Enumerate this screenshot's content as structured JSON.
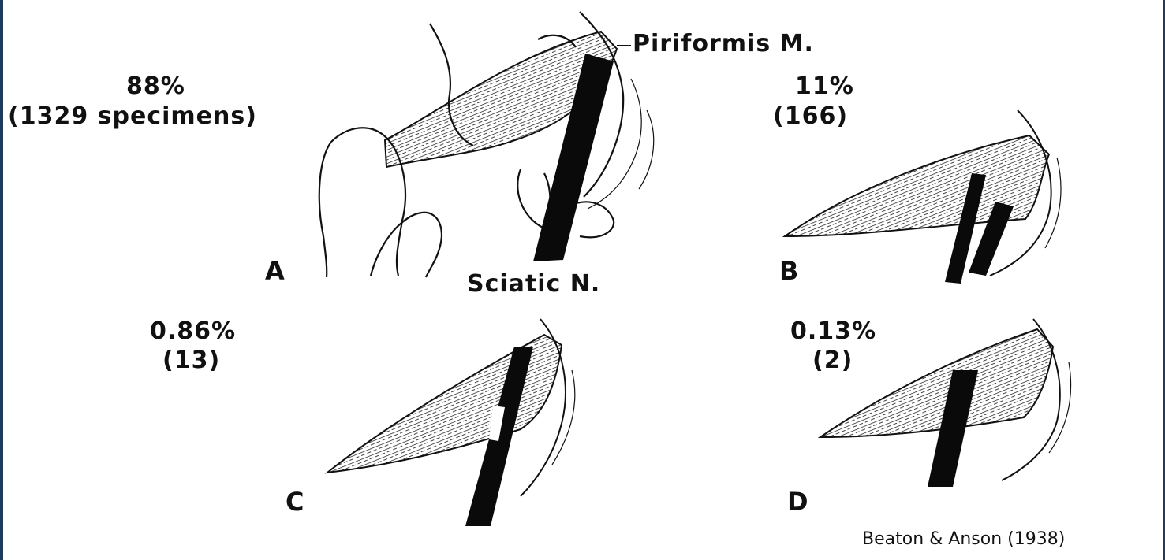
{
  "panels": {
    "A": {
      "letter": "A",
      "percent": "88%",
      "count": "(1329 specimens)"
    },
    "B": {
      "letter": "B",
      "percent": "11%",
      "count": "(166)"
    },
    "C": {
      "letter": "C",
      "percent": "0.86%",
      "count": "(13)"
    },
    "D": {
      "letter": "D",
      "percent": "0.13%",
      "count": "(2)"
    }
  },
  "labels": {
    "muscle": "Piriformis M.",
    "nerve": "Sciatic N."
  },
  "citation": "Beaton & Anson (1938)",
  "colors": {
    "ink": "#111111",
    "frame": "#1f3a5a",
    "background": "#ffffff"
  }
}
